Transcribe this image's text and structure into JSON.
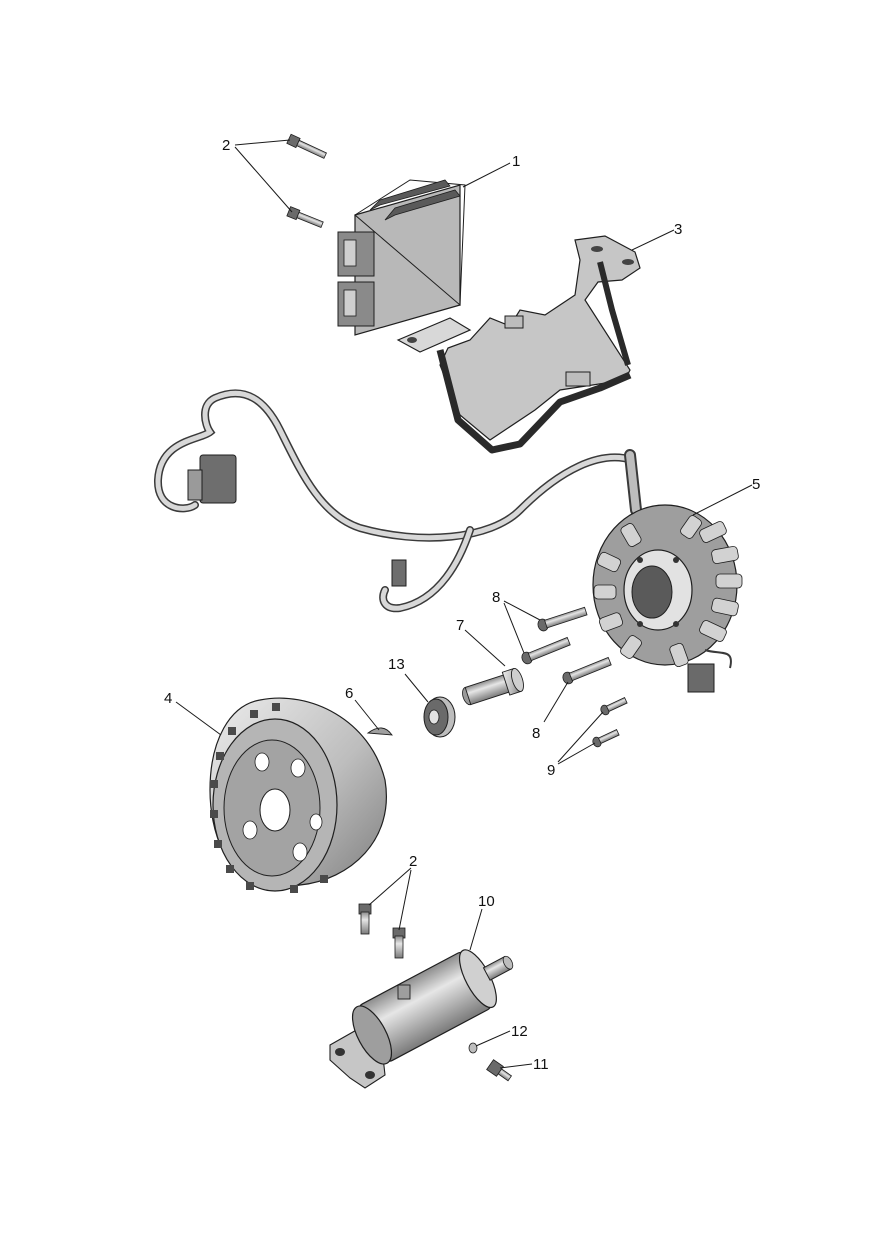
{
  "diagram": {
    "callouts": [
      "1",
      "2",
      "3",
      "4",
      "5",
      "6",
      "7",
      "8",
      "9",
      "10",
      "11",
      "12",
      "13"
    ]
  },
  "parts": {
    "regulator": "regulator-rectifier",
    "bolts": "bolt",
    "bracket": "mounting-bracket",
    "rotor": "rotor",
    "stator": "stator",
    "key": "woodruff-key",
    "shaft": "sprag-shaft",
    "screws_8": "screw",
    "screws_9": "screw",
    "starter": "starter-motor",
    "bolt_11": "bolt",
    "washer_12": "washer",
    "bearing_13": "bearing"
  },
  "colors": {
    "part_light": "#d4d4d4",
    "part_mid": "#a9a9a9",
    "part_dark": "#6a6a6a",
    "outline": "#1f1f1f",
    "line": "#1a1a1a"
  }
}
